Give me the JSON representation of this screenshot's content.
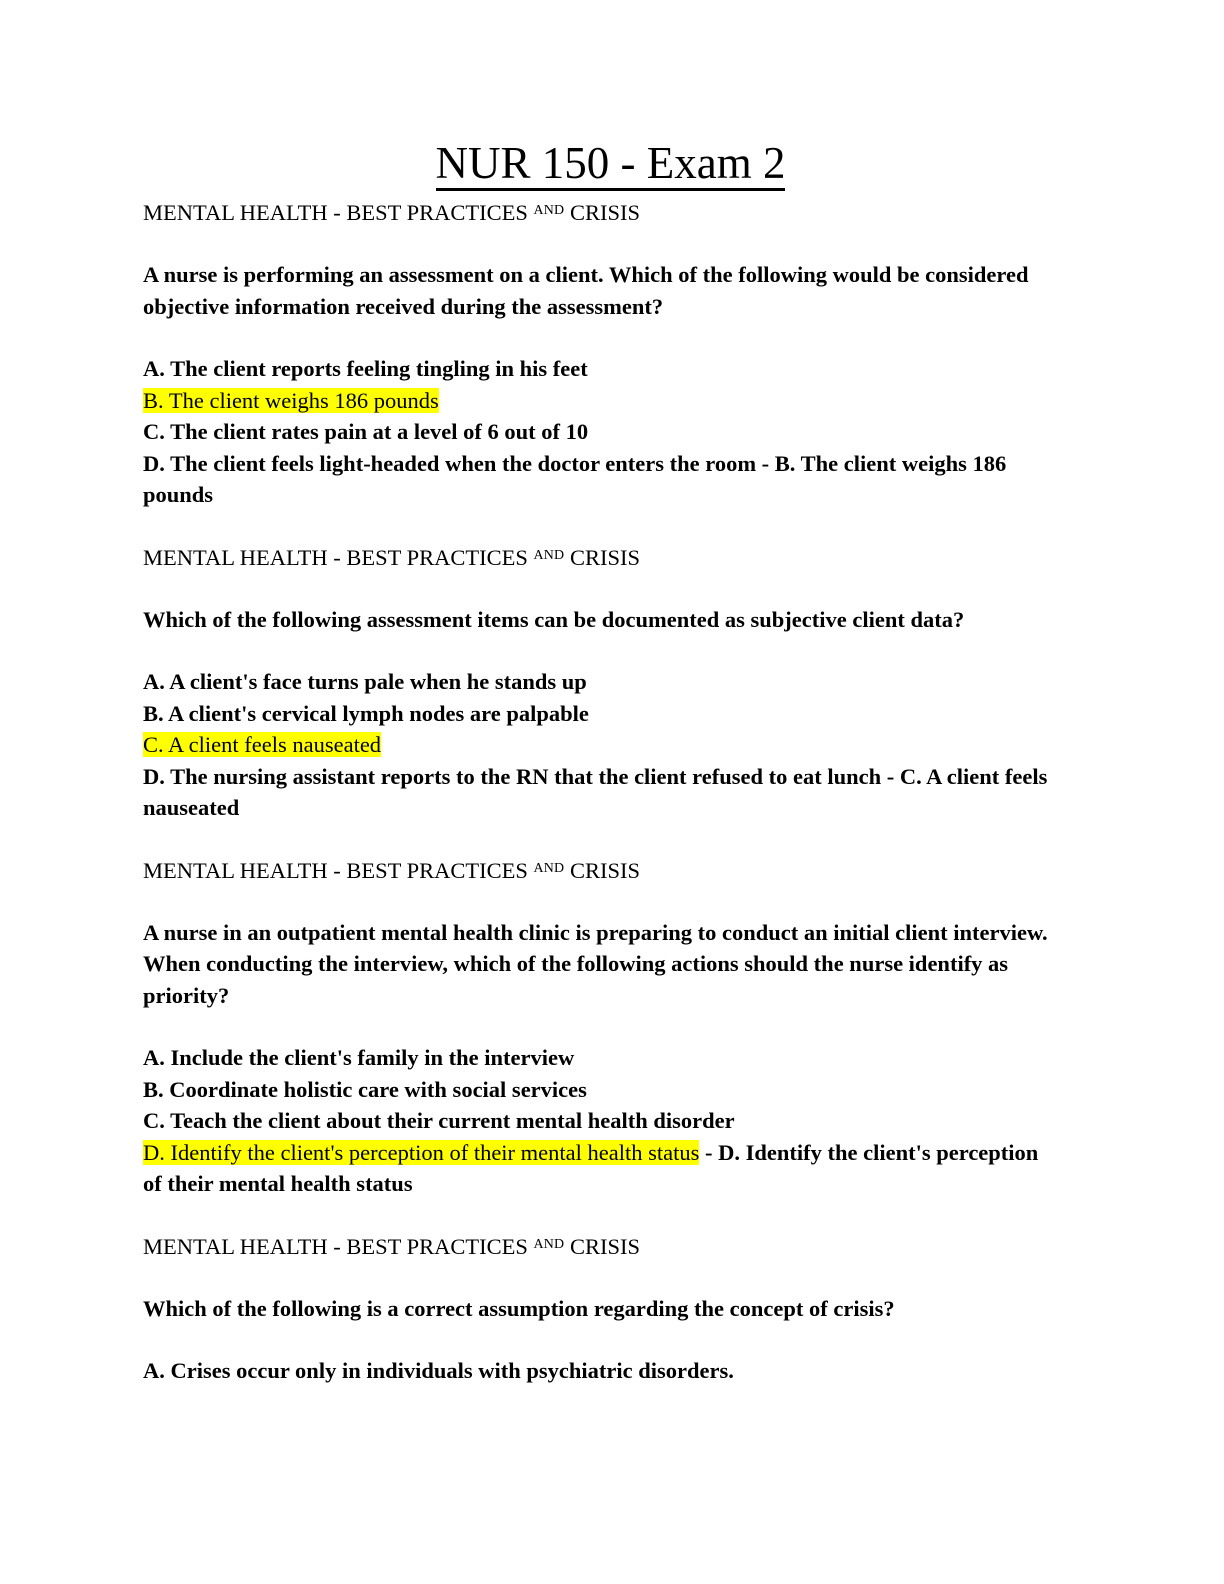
{
  "document": {
    "title": "NUR 150 - Exam 2",
    "highlight_color": "#FFFF00",
    "text_color": "#000000",
    "page_background": "#FFFFFF"
  },
  "heading": {
    "prefix": "MENTAL HEALTH - BEST PRACTICES ",
    "superscript": "AND",
    "suffix": " CRISIS"
  },
  "questions": [
    {
      "stem_line_1": "A nurse is performing an assessment on a client. Which of the following would be considered",
      "stem_line_2": "objective information received during the assessment?",
      "option_a": "A. The client reports feeling tingling in his feet",
      "option_b_highlighted": "B. The client weighs 186 pounds",
      "option_c": "C. The client rates pain at a level of 6 out of 10",
      "option_d_line_1": "D. The client feels light-headed when the doctor enters the room - B. The client weighs 186",
      "option_d_line_2": "pounds"
    },
    {
      "stem_line_1": "Which of the following assessment items can be documented as subjective client data?",
      "option_a": "A. A client's face turns pale when he stands up",
      "option_b": "B. A client's cervical lymph nodes are palpable",
      "option_c_highlighted": "C. A client feels nauseated",
      "option_d_line_1": "D. The nursing assistant reports to the RN that the client refused to eat lunch - C. A client feels",
      "option_d_line_2": "nauseated"
    },
    {
      "stem_line_1": "A nurse in an outpatient mental health clinic is preparing to conduct an initial client interview.",
      "stem_line_2": "When conducting the interview, which of the following actions should the nurse identify as",
      "stem_line_3": "priority?",
      "option_a": "A. Include the client's family in the interview",
      "option_b": "B. Coordinate holistic care with social services",
      "option_c": "C. Teach the client about their current mental health disorder",
      "option_d_highlighted": "D. Identify the client's perception of their mental health status",
      "option_d_trailing": " - D. Identify the client's perception",
      "option_d_line_2": "of their mental health status"
    },
    {
      "stem_line_1": "Which of the following is a correct assumption regarding the concept of crisis?",
      "option_a": "A. Crises occur only in individuals with psychiatric disorders."
    }
  ]
}
